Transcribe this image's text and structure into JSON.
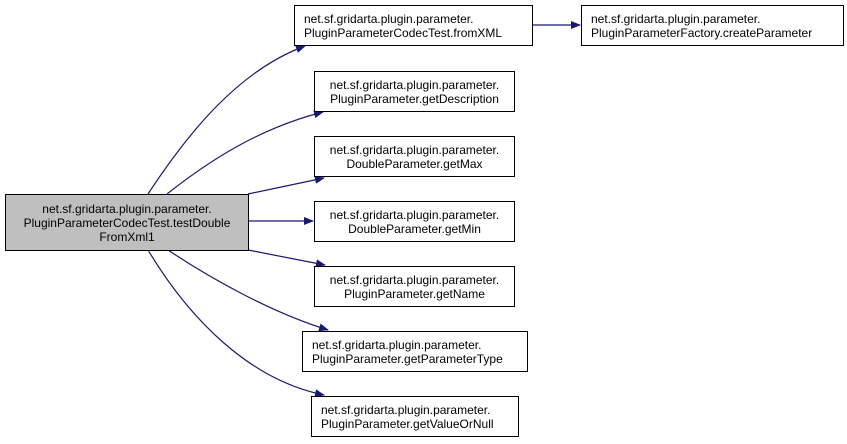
{
  "diagram": {
    "type": "call-graph",
    "edge_color": "#191970",
    "root_fill": "#bfbfbf",
    "nodes": [
      {
        "id": "root",
        "lines": [
          "net.sf.gridarta.plugin.parameter.",
          "PluginParameterCodecTest.testDouble",
          "FromXml1"
        ],
        "highlighted": true
      },
      {
        "id": "fromXML",
        "lines": [
          "net.sf.gridarta.plugin.parameter.",
          "PluginParameterCodecTest.fromXML"
        ]
      },
      {
        "id": "createParameter",
        "lines": [
          "net.sf.gridarta.plugin.parameter.",
          "PluginParameterFactory.createParameter"
        ]
      },
      {
        "id": "getDescription",
        "lines": [
          "net.sf.gridarta.plugin.parameter.",
          "PluginParameter.getDescription"
        ]
      },
      {
        "id": "getMax",
        "lines": [
          "net.sf.gridarta.plugin.parameter.",
          "DoubleParameter.getMax"
        ]
      },
      {
        "id": "getMin",
        "lines": [
          "net.sf.gridarta.plugin.parameter.",
          "DoubleParameter.getMin"
        ]
      },
      {
        "id": "getName",
        "lines": [
          "net.sf.gridarta.plugin.parameter.",
          "PluginParameter.getName"
        ]
      },
      {
        "id": "getParameterType",
        "lines": [
          "net.sf.gridarta.plugin.parameter.",
          "PluginParameter.getParameterType"
        ]
      },
      {
        "id": "getValueOrNull",
        "lines": [
          "net.sf.gridarta.plugin.parameter.",
          "PluginParameter.getValueOrNull"
        ]
      }
    ],
    "edges": [
      {
        "from": "root",
        "to": "fromXML"
      },
      {
        "from": "fromXML",
        "to": "createParameter"
      },
      {
        "from": "root",
        "to": "getDescription"
      },
      {
        "from": "root",
        "to": "getMax"
      },
      {
        "from": "root",
        "to": "getMin"
      },
      {
        "from": "root",
        "to": "getName"
      },
      {
        "from": "root",
        "to": "getParameterType"
      },
      {
        "from": "root",
        "to": "getValueOrNull"
      }
    ]
  }
}
